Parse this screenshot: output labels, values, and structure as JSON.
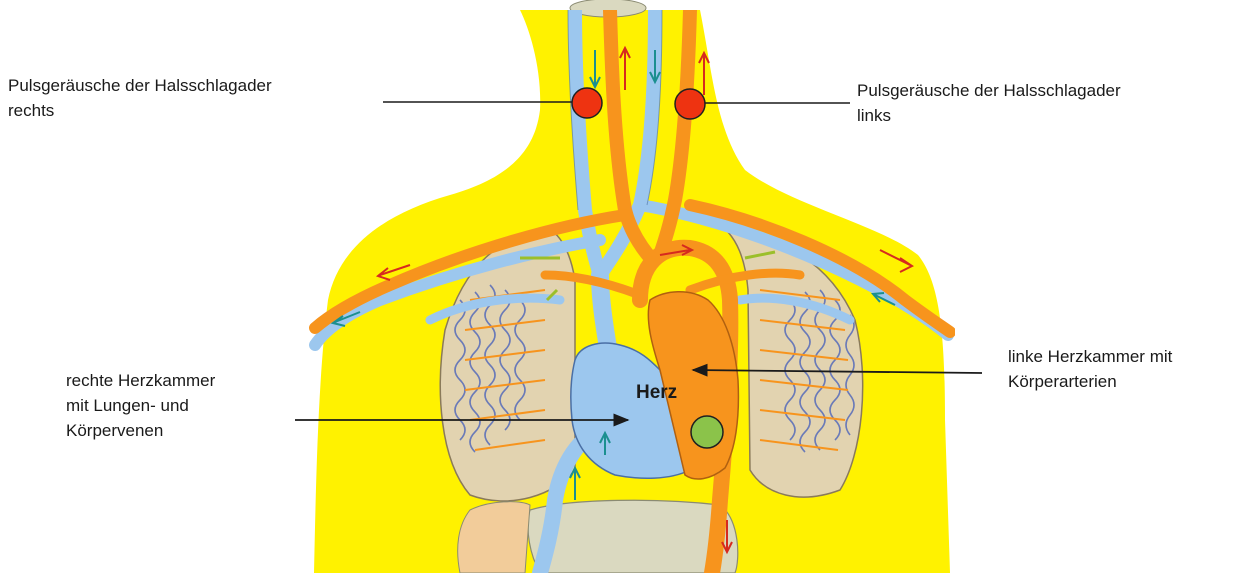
{
  "diagram": {
    "labels": {
      "carotid_right": "Pulsgeräusche der Halsschlagader\nrechts",
      "carotid_left": "Pulsgeräusche der Halsschlagader\nlinks",
      "right_ventricle": "rechte Herzkammer\nmit Lungen- und\nKörpervenen",
      "left_ventricle": "linke Herzkammer mit\nKörperarterien",
      "heart": "Herz"
    },
    "markers": {
      "carotid": {
        "color": "#ee3311",
        "meaning": "Pulsgeräusche der Halsschlagader"
      },
      "heart": {
        "color": "#8bc34a"
      }
    },
    "colors": {
      "body": "#fff200",
      "artery": "#f7941d",
      "vein": "#9cc7ee",
      "lung": "#e2d3b0",
      "arrow_red": "#d62a1f",
      "arrow_teal": "#1b8f8f",
      "leader_line": "#1a1a1a"
    }
  }
}
